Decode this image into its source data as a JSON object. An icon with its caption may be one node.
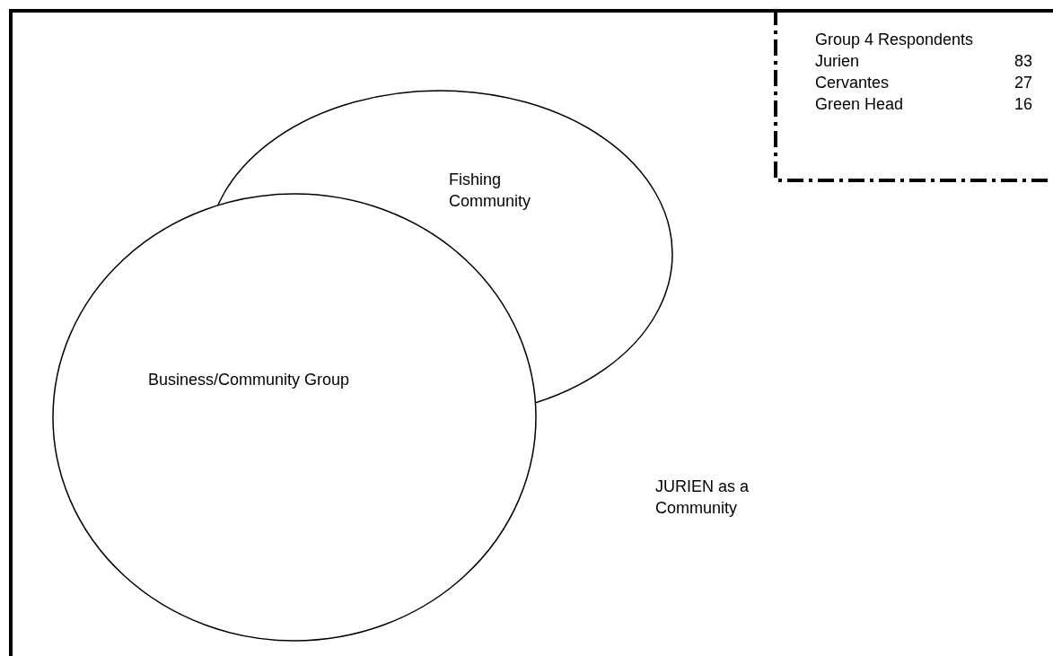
{
  "diagram": {
    "nodes": [
      {
        "text": [
          "JURIEN as a Community"
        ]
      },
      {
        "text": [
          "Fishing Community"
        ],
        "in": 0
      },
      {
        "text": [
          "Business/Community Group"
        ],
        "in": 0
      },
      {
        "text": [
          "Group 4 Respondents",
          "Jurien",
          "83",
          "Cervantes",
          "27",
          "Green Head",
          "16"
        ],
        "in": 0
      }
    ]
  }
}
